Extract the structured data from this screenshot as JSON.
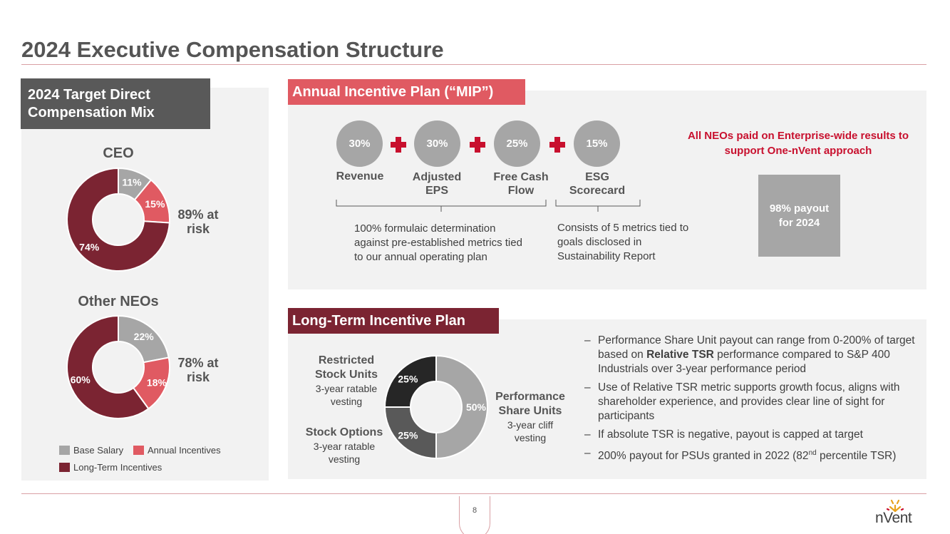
{
  "title": "2024 Executive Compensation Structure",
  "left_panel": {
    "header": "2024 Target Direct Compensation Mix",
    "ceo": {
      "title": "CEO",
      "at_risk": "89% at risk"
    },
    "other": {
      "title": "Other NEOs",
      "at_risk": "78% at risk"
    },
    "legend": [
      "Base Salary",
      "Annual Incentives",
      "Long-Term Incentives"
    ]
  },
  "mip": {
    "header": "Annual Incentive Plan (“MIP”)",
    "metrics": [
      {
        "pct": "30%",
        "label": "Revenue"
      },
      {
        "pct": "30%",
        "label": "Adjusted EPS"
      },
      {
        "pct": "25%",
        "label": "Free Cash Flow"
      },
      {
        "pct": "15%",
        "label": "ESG Scorecard"
      }
    ],
    "formulaic_desc": "100% formulaic determination against pre-established metrics tied to our annual operating plan",
    "esg_desc": "Consists of 5 metrics tied to goals disclosed in Sustainability Report",
    "note": "All NEOs paid on Enterprise-wide results to support One-nVent approach",
    "payout": "98% payout for 2024"
  },
  "ltip": {
    "header": "Long-Term Incentive Plan",
    "labels": {
      "rsu": {
        "title": "Restricted Stock Units",
        "sub": "3-year ratable vesting"
      },
      "options": {
        "title": "Stock Options",
        "sub": "3-year ratable vesting"
      },
      "psu": {
        "title": "Performance Share Units",
        "sub": "3-year cliff vesting"
      }
    },
    "bullets": [
      {
        "pre": "Performance Share Unit payout can range from 0-200% of target based on ",
        "bold": "Relative TSR",
        "post": " performance compared to S&P 400 Industrials over 3-year performance period"
      },
      {
        "pre": "Use of Relative TSR metric supports growth focus, aligns with shareholder experience, and provides clear line of sight for participants"
      },
      {
        "pre": "If absolute TSR is negative, payout is capped at target"
      },
      {
        "pre": "200% payout for PSUs granted in 2022 (82",
        "sup": "nd",
        "post": " percentile TSR)"
      }
    ]
  },
  "page_number": "8",
  "logo_text": "nVent",
  "colors": {
    "base": "#a6a6a6",
    "annual": "#e05a62",
    "ltip": "#7b2432",
    "rsu": "#262626",
    "options": "#595959",
    "psu": "#a6a6a6",
    "accent": "#c8102e"
  },
  "chart_data": [
    {
      "type": "pie",
      "title": "CEO",
      "categories": [
        "Base Salary",
        "Annual Incentives",
        "Long-Term Incentives"
      ],
      "values": [
        11,
        15,
        74
      ],
      "labels": [
        "11%",
        "15%",
        "74%"
      ]
    },
    {
      "type": "pie",
      "title": "Other NEOs",
      "categories": [
        "Base Salary",
        "Annual Incentives",
        "Long-Term Incentives"
      ],
      "values": [
        22,
        18,
        60
      ],
      "labels": [
        "22%",
        "18%",
        "60%"
      ]
    },
    {
      "type": "pie",
      "title": "",
      "categories": [
        "Performance Share Units",
        "Stock Options",
        "Restricted Stock Units"
      ],
      "values": [
        50,
        25,
        25
      ],
      "labels": [
        "50%",
        "25%",
        "25%"
      ]
    }
  ]
}
